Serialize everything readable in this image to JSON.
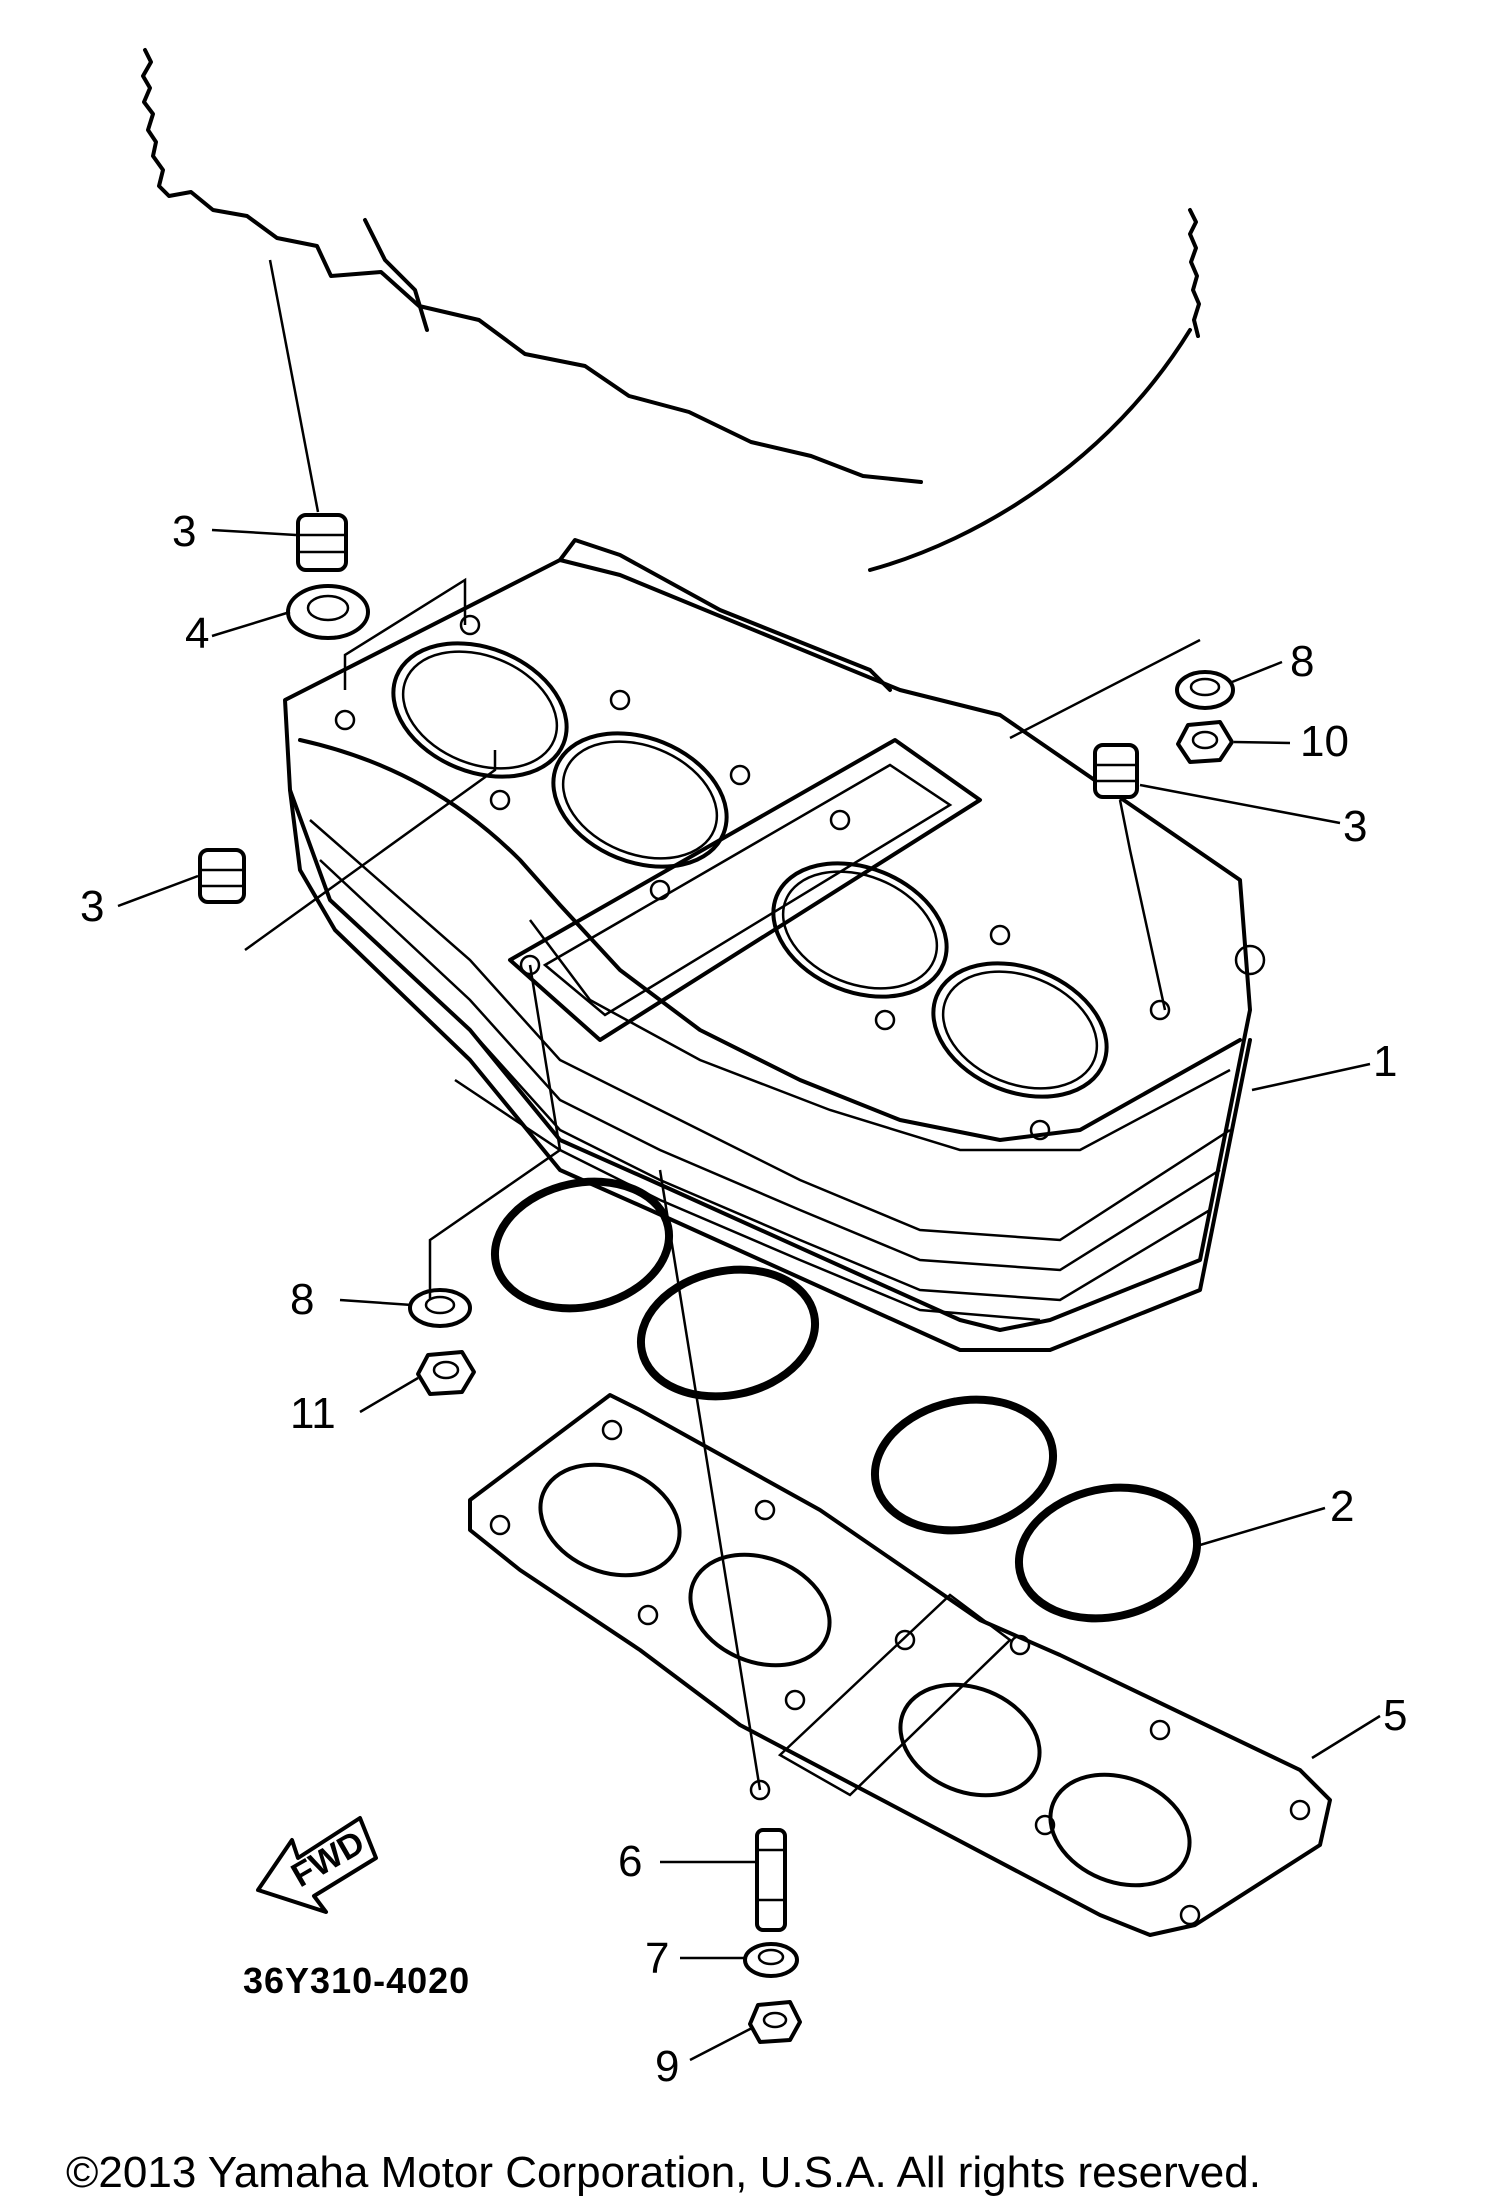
{
  "diagram": {
    "callouts": [
      {
        "id": "c3a",
        "text": "3"
      },
      {
        "id": "c4",
        "text": "4"
      },
      {
        "id": "c3b",
        "text": "3"
      },
      {
        "id": "c8a",
        "text": "8"
      },
      {
        "id": "c10",
        "text": "10"
      },
      {
        "id": "c3c",
        "text": "3"
      },
      {
        "id": "c1",
        "text": "1"
      },
      {
        "id": "c8b",
        "text": "8"
      },
      {
        "id": "c11",
        "text": "11"
      },
      {
        "id": "c2",
        "text": "2"
      },
      {
        "id": "c5",
        "text": "5"
      },
      {
        "id": "c6",
        "text": "6"
      },
      {
        "id": "c7",
        "text": "7"
      },
      {
        "id": "c9",
        "text": "9"
      }
    ],
    "fwd_label": "FWD",
    "part_code": "36Y310-4020",
    "copyright": "©2013 Yamaha Motor Corporation, U.S.A. All rights reserved."
  }
}
